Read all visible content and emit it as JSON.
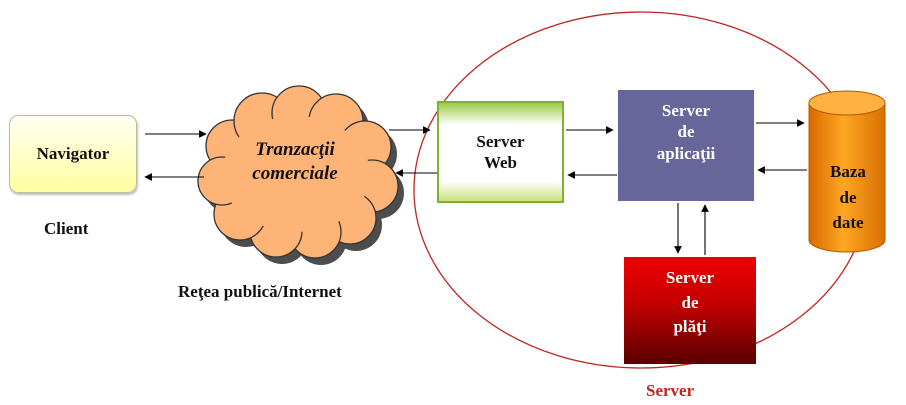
{
  "client": {
    "browser_label": "Navigator",
    "caption": "Client"
  },
  "network": {
    "cloud_line1": "Tranzacţii",
    "cloud_line2": "comerciale",
    "caption": "Reţea publică/Internet"
  },
  "server_side": {
    "web_server": [
      "Server",
      "Web"
    ],
    "app_server": [
      "Server",
      "de",
      "aplicaţii"
    ],
    "payment_server": [
      "Server",
      "de",
      "plăţi"
    ],
    "database": [
      "Baza",
      "de",
      "date"
    ],
    "caption": "Server"
  },
  "colors": {
    "app_server": "#66669a",
    "payment_server": "#c00000",
    "database": "#f28a00",
    "cloud": "#ffb477",
    "server_ellipse": "#c0261e",
    "web_server_border": "#7fb032"
  }
}
